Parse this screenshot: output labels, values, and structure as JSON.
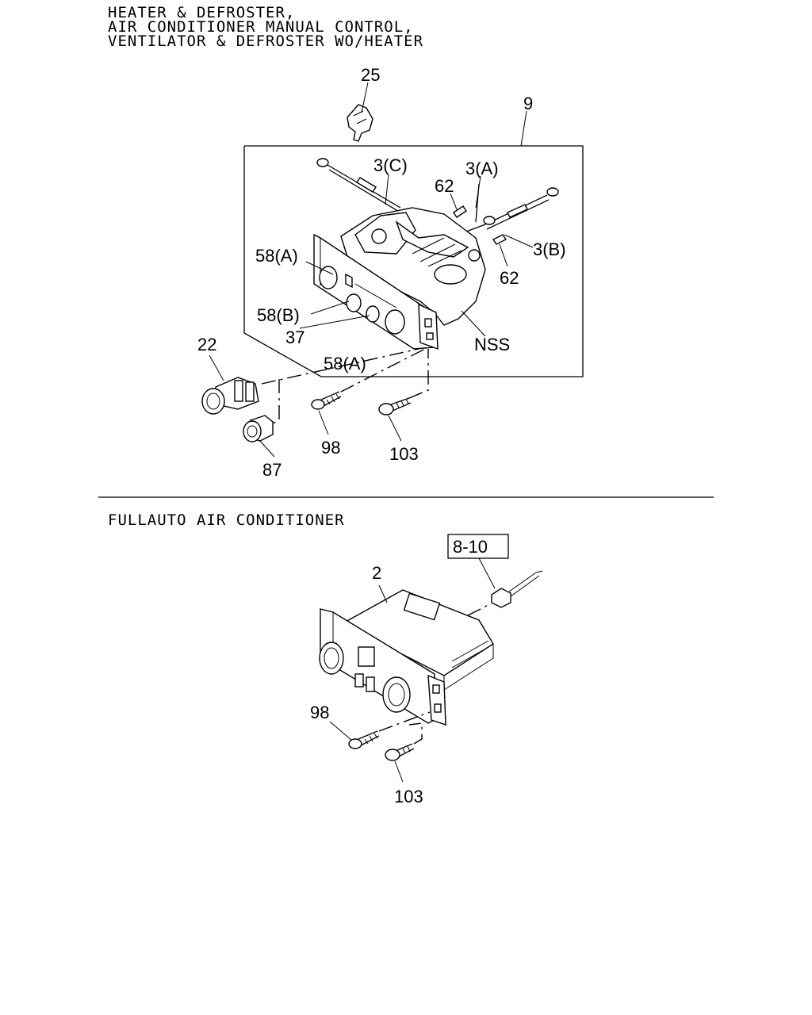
{
  "header": {
    "line1": "HEATER & DEFROSTER,",
    "line2": "AIR CONDITIONER MANUAL CONTROL,",
    "line3": "VENTILATOR & DEFROSTER WO/HEATER"
  },
  "section2": {
    "title": "FULLAUTO AIR CONDITIONER"
  },
  "callouts": {
    "c25": "25",
    "c9": "9",
    "c3c": "3(C)",
    "c3a": "3(A)",
    "c62a": "62",
    "c3b": "3(B)",
    "c62b": "62",
    "c58a1": "58(A)",
    "c58b": "58(B)",
    "c37": "37",
    "cnss": "NSS",
    "c58a2": "58(A)",
    "c22": "22",
    "c98a": "98",
    "c103a": "103",
    "c87": "87",
    "c810": "8-10",
    "c2": "2",
    "c98b": "98",
    "c103b": "103"
  }
}
